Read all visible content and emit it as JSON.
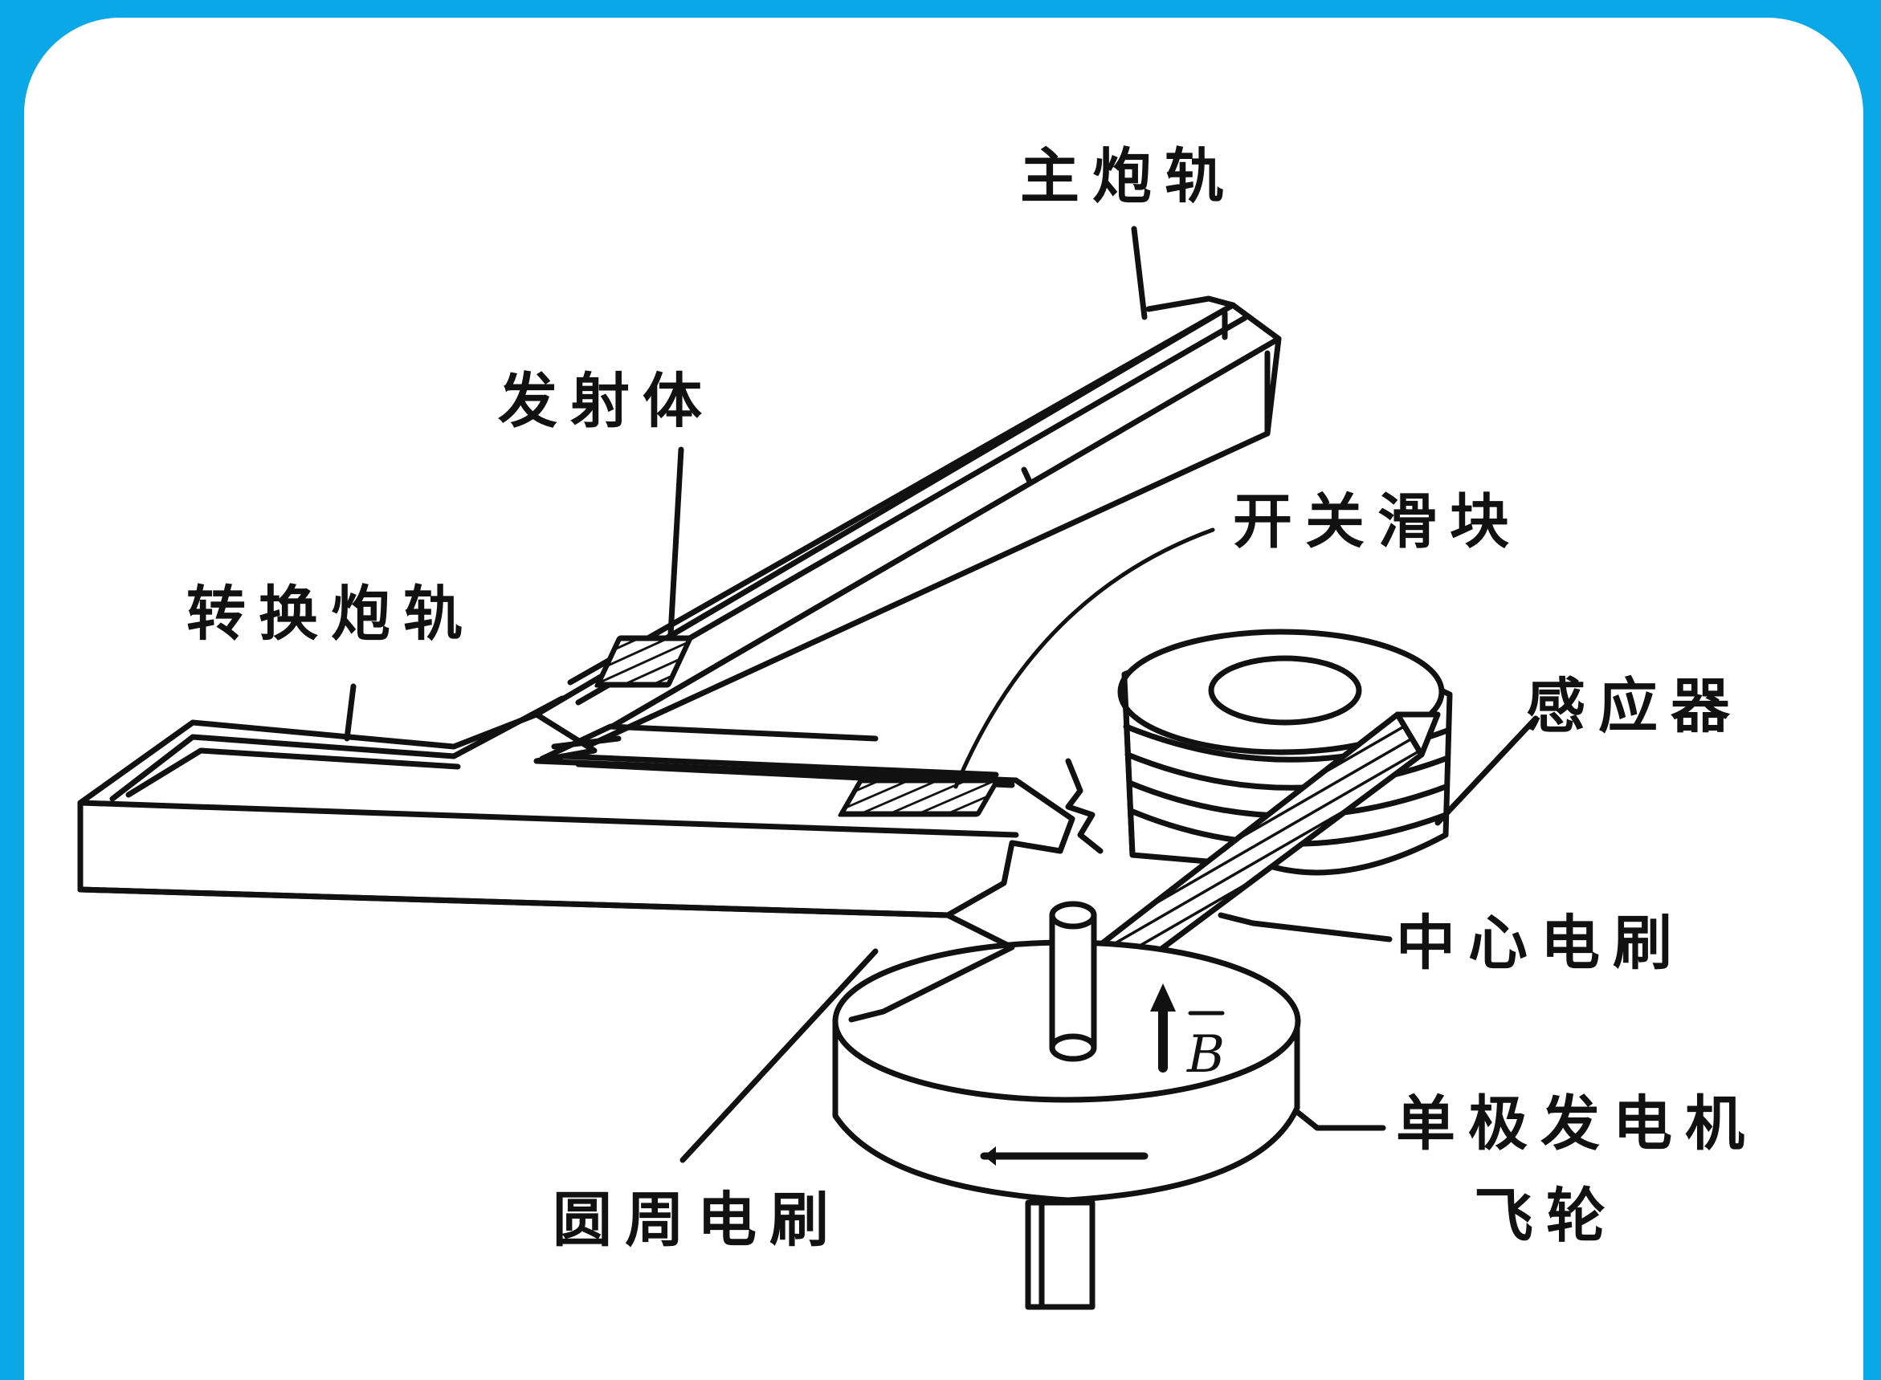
{
  "colors": {
    "background": "#0aa8e6",
    "panel": "#ffffff",
    "ink": "#111111"
  },
  "labels": {
    "main_rail": "主炮轨",
    "projectile": "发射体",
    "switch_slider": "开关滑块",
    "transfer_rail": "转换炮轨",
    "inductor": "感应器",
    "center_brush": "中心电刷",
    "homopolar_generator": "单极发电机",
    "flywheel": "飞轮",
    "rim_brush": "圆周电刷"
  },
  "field_symbol": "B"
}
